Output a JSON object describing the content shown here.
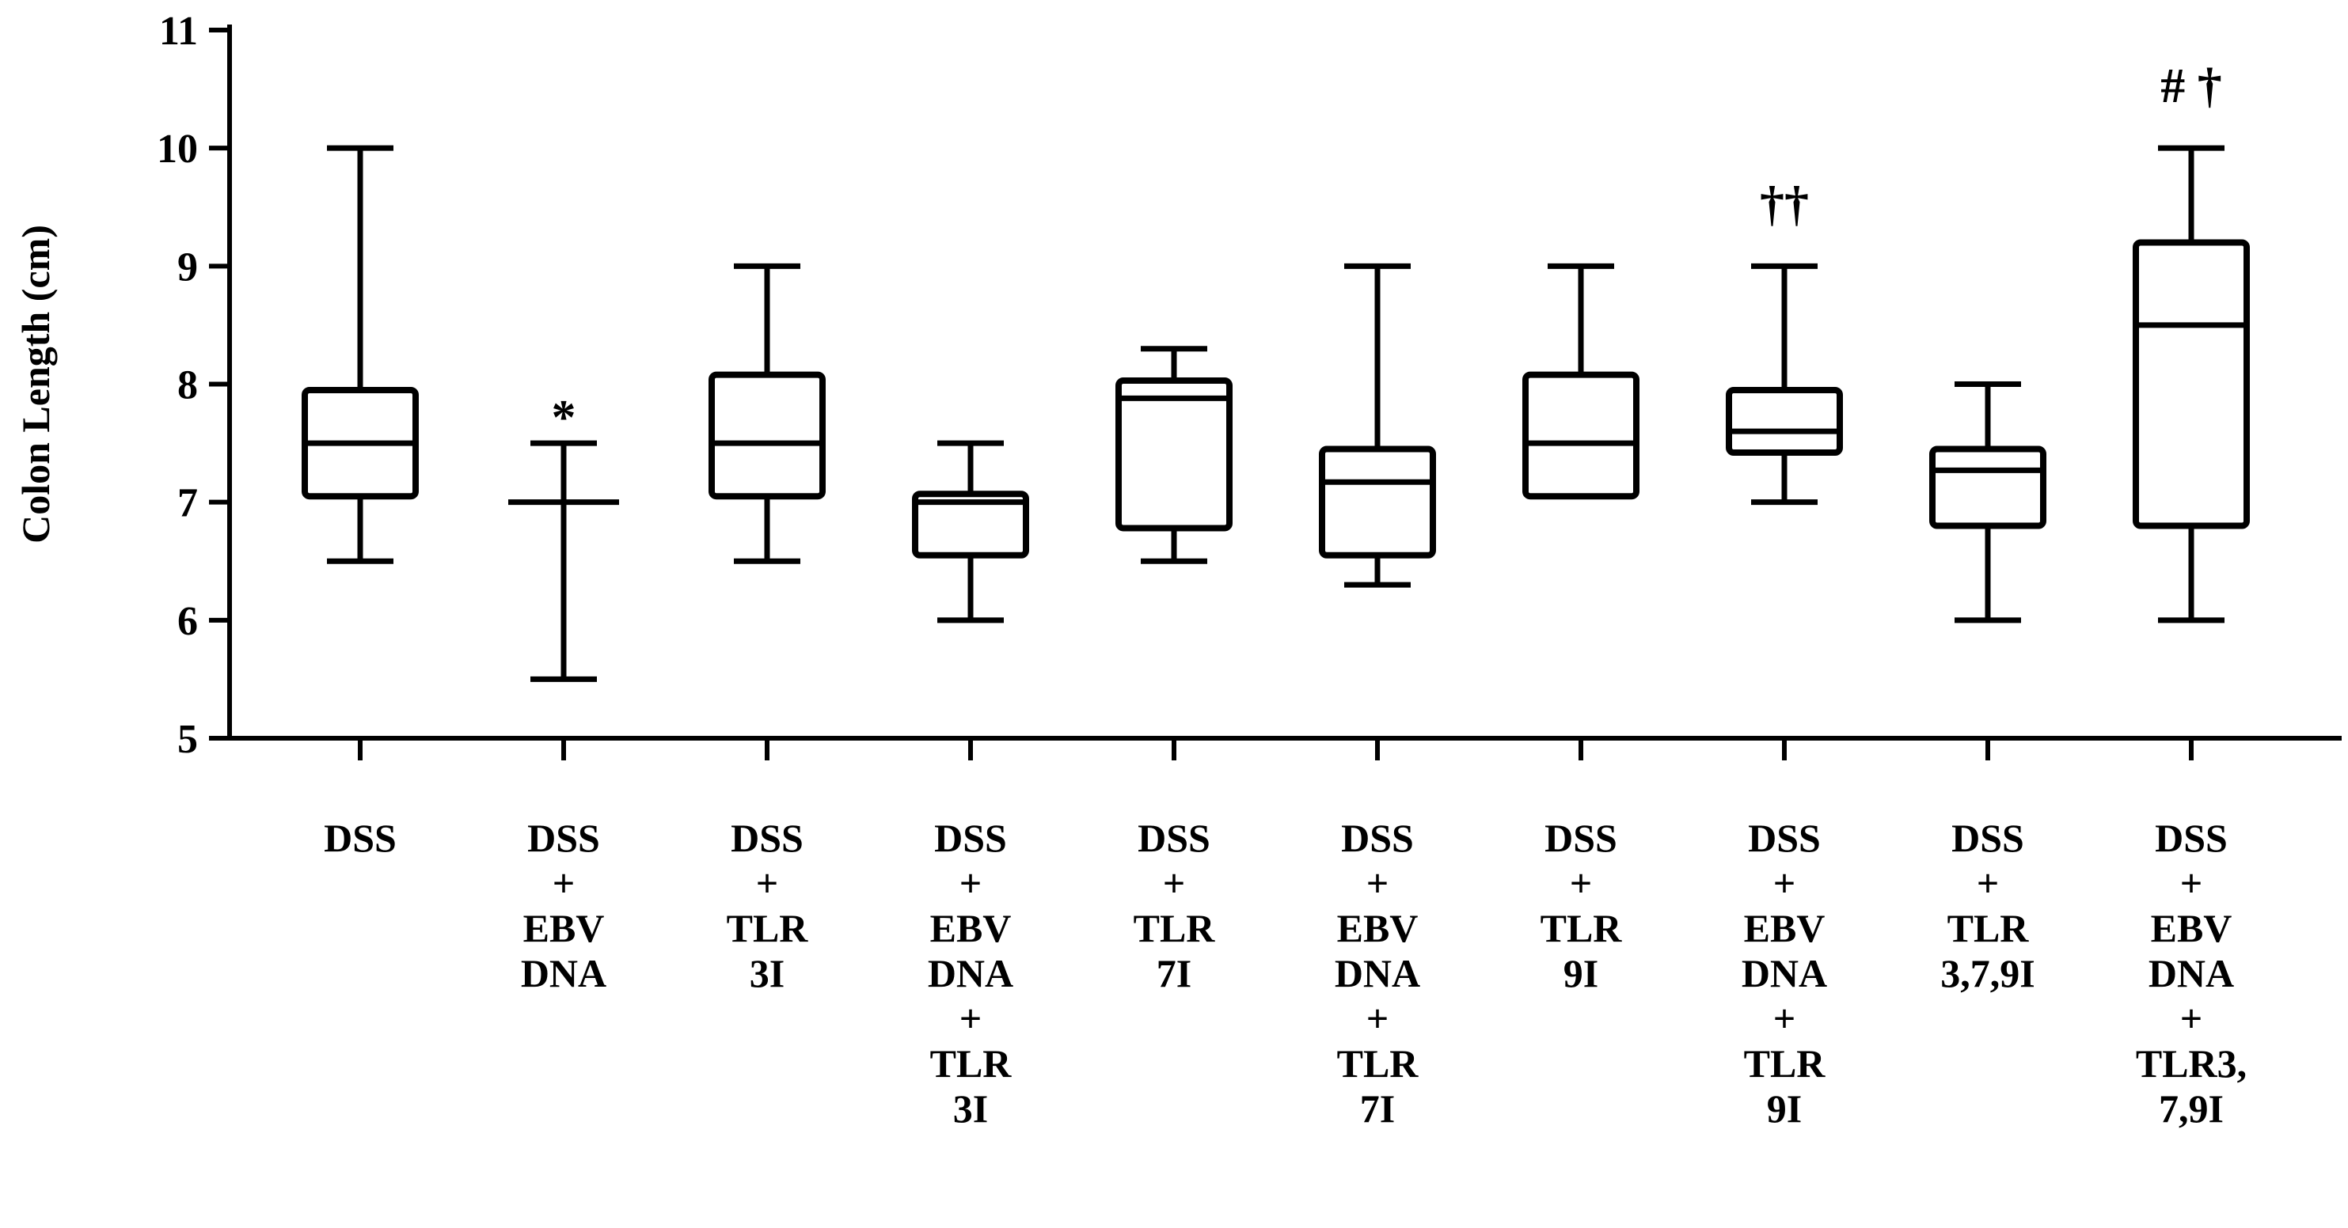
{
  "chart_data": {
    "type": "box",
    "title": "",
    "xlabel": "",
    "ylabel": "Colon Length (cm)",
    "ylim": [
      5,
      11
    ],
    "yticks": [
      5,
      6,
      7,
      8,
      9,
      10,
      11
    ],
    "grid": false,
    "categories": [
      {
        "lines": [
          "DSS"
        ],
        "min": 6.5,
        "q1": 7.05,
        "median": 7.5,
        "q3": 7.95,
        "max": 10.0,
        "annotation": ""
      },
      {
        "lines": [
          "DSS",
          "+",
          "EBV",
          "DNA"
        ],
        "min": 5.5,
        "q1": 7.0,
        "median": 7.0,
        "q3": 7.0,
        "max": 7.5,
        "annotation": "*"
      },
      {
        "lines": [
          "DSS",
          "+",
          "TLR",
          "3I"
        ],
        "min": 6.5,
        "q1": 7.05,
        "median": 7.5,
        "q3": 8.08,
        "max": 9.0,
        "annotation": ""
      },
      {
        "lines": [
          "DSS",
          "+",
          "EBV",
          "DNA",
          "+",
          "TLR",
          "3I"
        ],
        "min": 6.0,
        "q1": 6.55,
        "median": 7.0,
        "q3": 7.07,
        "max": 7.5,
        "annotation": ""
      },
      {
        "lines": [
          "DSS",
          "+",
          "TLR",
          "7I"
        ],
        "min": 6.5,
        "q1": 6.78,
        "median": 7.88,
        "q3": 8.03,
        "max": 8.3,
        "annotation": ""
      },
      {
        "lines": [
          "DSS",
          "+",
          "EBV",
          "DNA",
          "+",
          "TLR",
          "7I"
        ],
        "min": 6.3,
        "q1": 6.55,
        "median": 7.17,
        "q3": 7.45,
        "max": 9.0,
        "annotation": ""
      },
      {
        "lines": [
          "DSS",
          "+",
          "TLR",
          "9I"
        ],
        "min": 7.05,
        "q1": 7.05,
        "median": 7.5,
        "q3": 8.08,
        "max": 9.0,
        "annotation": ""
      },
      {
        "lines": [
          "DSS",
          "+",
          "EBV",
          "DNA",
          "+",
          "TLR",
          "9I"
        ],
        "min": 7.0,
        "q1": 7.42,
        "median": 7.6,
        "q3": 7.95,
        "max": 9.0,
        "annotation": "††"
      },
      {
        "lines": [
          "DSS",
          "+",
          "TLR",
          "3,7,9I"
        ],
        "min": 6.0,
        "q1": 6.8,
        "median": 7.27,
        "q3": 7.45,
        "max": 8.0,
        "annotation": ""
      },
      {
        "lines": [
          "DSS",
          "+",
          "EBV",
          "DNA",
          "+",
          "TLR3,",
          "7,9I"
        ],
        "min": 6.0,
        "q1": 6.8,
        "median": 8.5,
        "q3": 9.2,
        "max": 10.0,
        "annotation": "# †"
      }
    ]
  }
}
